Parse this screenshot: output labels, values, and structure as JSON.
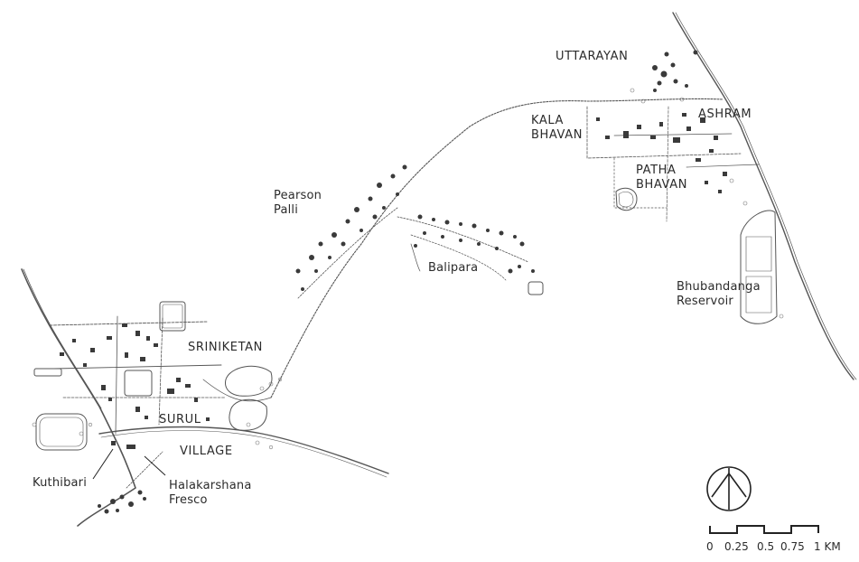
{
  "map": {
    "places": {
      "uttarayan": "UTTARAYAN",
      "kala_bhavan": "KALA\nBHAVAN",
      "ashram": "ASHRAM",
      "patha_bhavan": "PATHA\nBHAVAN",
      "pearson_palli": "Pearson\nPalli",
      "balipara": "Balipara",
      "bhubandanga_reservoir": "Bhubandanga\nReservoir",
      "sriniketan": "SRINIKETAN",
      "surul": "SURUL",
      "village": "VILLAGE",
      "kuthibari": "Kuthibari",
      "halakarshana_fresco": "Halakarshana\nFresco"
    },
    "scale_bar": {
      "labels": [
        "0",
        "0.25",
        "0.5",
        "0.75",
        "1 KM"
      ]
    },
    "north_arrow_icon": "north-arrow-icon",
    "colors": {
      "road": "#555555",
      "building": "#3a3a3a",
      "label": "#2b2b2b"
    }
  }
}
